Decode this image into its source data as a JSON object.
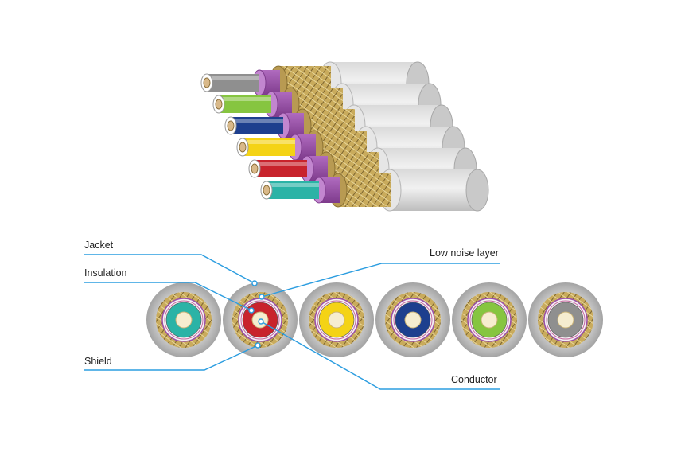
{
  "labels": {
    "jacket": "Jacket",
    "insulation": "Insulation",
    "shield": "Shield",
    "low_noise_layer": "Low noise layer",
    "conductor": "Conductor"
  },
  "cables": [
    {
      "core_color": "#2bb3a6",
      "conductor": "plain"
    },
    {
      "core_color": "#c8232c",
      "conductor": "plain"
    },
    {
      "core_color": "#f4d315",
      "conductor": "plain"
    },
    {
      "core_color": "#1d3f8e",
      "conductor": "plain"
    },
    {
      "core_color": "#86c540",
      "conductor": "plain"
    },
    {
      "core_color": "#8f8f8f",
      "conductor": "plain"
    }
  ],
  "colors": {
    "callout_line": "#2b9de0",
    "jacket": "#b3b3b3",
    "jacket_inner": "#e0e0e0",
    "shield": "#b89a52",
    "low_noise_layer": "#9a4fa8",
    "insulation_ring": "#ffffff"
  }
}
